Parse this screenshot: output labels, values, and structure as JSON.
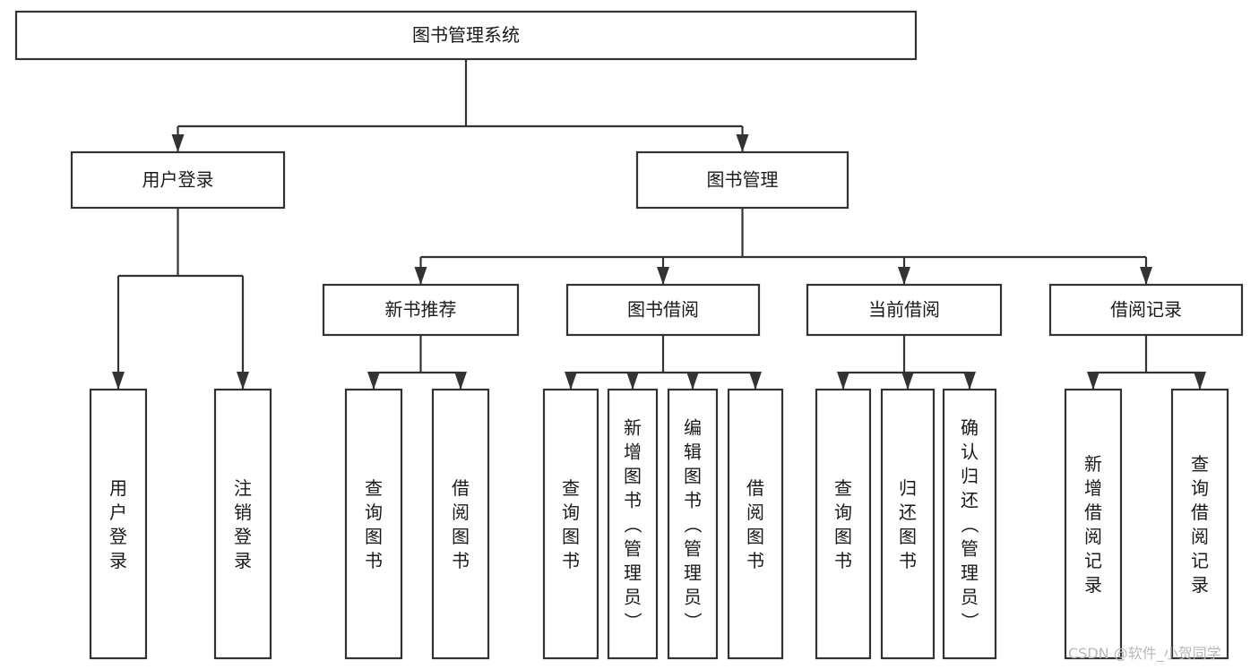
{
  "diagram": {
    "type": "tree",
    "title": "图书管理系统",
    "orientation": "top-down",
    "levels": 4,
    "colors": {
      "box_fill": "#ffffff",
      "box_stroke": "#333333",
      "text": "#1a1a1a",
      "watermark": "#b8b8b8",
      "background": "#ffffff"
    },
    "nodes": {
      "root": {
        "label": "图书管理系统",
        "level": 0,
        "orientation": "horizontal"
      },
      "user_login": {
        "label": "用户登录",
        "level": 1,
        "orientation": "horizontal"
      },
      "book_manage": {
        "label": "图书管理",
        "level": 1,
        "orientation": "horizontal"
      },
      "new_book_rec": {
        "label": "新书推荐",
        "level": 2,
        "orientation": "horizontal"
      },
      "book_borrow": {
        "label": "图书借阅",
        "level": 2,
        "orientation": "horizontal"
      },
      "current_borrow": {
        "label": "当前借阅",
        "level": 2,
        "orientation": "horizontal"
      },
      "borrow_record": {
        "label": "借阅记录",
        "level": 2,
        "orientation": "horizontal"
      },
      "leaf_user_login": {
        "label": "用户登录",
        "level": 3,
        "orientation": "vertical"
      },
      "leaf_logout": {
        "label": "注销登录",
        "level": 3,
        "orientation": "vertical"
      },
      "leaf_query_book_1": {
        "label": "查询图书",
        "level": 3,
        "orientation": "vertical"
      },
      "leaf_borrow_book_1": {
        "label": "借阅图书",
        "level": 3,
        "orientation": "vertical"
      },
      "leaf_query_book_2": {
        "label": "查询图书",
        "level": 3,
        "orientation": "vertical"
      },
      "leaf_add_book": {
        "label": "新增图书（管理员）",
        "level": 3,
        "orientation": "vertical"
      },
      "leaf_edit_book": {
        "label": "编辑图书（管理员）",
        "level": 3,
        "orientation": "vertical"
      },
      "leaf_borrow_book_2": {
        "label": "借阅图书",
        "level": 3,
        "orientation": "vertical"
      },
      "leaf_query_book_3": {
        "label": "查询图书",
        "level": 3,
        "orientation": "vertical"
      },
      "leaf_return_book": {
        "label": "归还图书",
        "level": 3,
        "orientation": "vertical"
      },
      "leaf_confirm_return": {
        "label": "确认归还（管理员）",
        "level": 3,
        "orientation": "vertical"
      },
      "leaf_add_record": {
        "label": "新增借阅记录",
        "level": 3,
        "orientation": "vertical"
      },
      "leaf_query_record": {
        "label": "查询借阅记录",
        "level": 3,
        "orientation": "vertical"
      }
    },
    "edges": [
      {
        "from": "root",
        "to": "user_login"
      },
      {
        "from": "root",
        "to": "book_manage"
      },
      {
        "from": "user_login",
        "to": "leaf_user_login"
      },
      {
        "from": "user_login",
        "to": "leaf_logout"
      },
      {
        "from": "book_manage",
        "to": "new_book_rec"
      },
      {
        "from": "book_manage",
        "to": "book_borrow"
      },
      {
        "from": "book_manage",
        "to": "current_borrow"
      },
      {
        "from": "book_manage",
        "to": "borrow_record"
      },
      {
        "from": "new_book_rec",
        "to": "leaf_query_book_1"
      },
      {
        "from": "new_book_rec",
        "to": "leaf_borrow_book_1"
      },
      {
        "from": "book_borrow",
        "to": "leaf_query_book_2"
      },
      {
        "from": "book_borrow",
        "to": "leaf_add_book"
      },
      {
        "from": "book_borrow",
        "to": "leaf_edit_book"
      },
      {
        "from": "book_borrow",
        "to": "leaf_borrow_book_2"
      },
      {
        "from": "current_borrow",
        "to": "leaf_query_book_3"
      },
      {
        "from": "current_borrow",
        "to": "leaf_return_book"
      },
      {
        "from": "current_borrow",
        "to": "leaf_confirm_return"
      },
      {
        "from": "borrow_record",
        "to": "leaf_add_record"
      },
      {
        "from": "borrow_record",
        "to": "leaf_query_record"
      }
    ]
  },
  "watermark": {
    "text": "CSDN @软件_小贺同学"
  }
}
